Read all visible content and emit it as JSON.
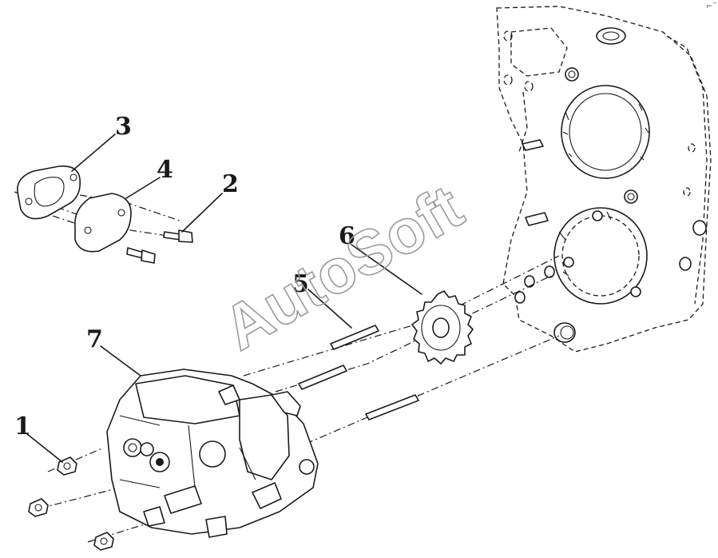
{
  "callouts": [
    {
      "id": "1",
      "label": "1"
    },
    {
      "id": "2",
      "label": "2"
    },
    {
      "id": "3",
      "label": "3"
    },
    {
      "id": "4",
      "label": "4"
    },
    {
      "id": "5",
      "label": "5"
    },
    {
      "id": "6",
      "label": "6"
    },
    {
      "id": "7",
      "label": "7"
    }
  ],
  "watermark": "AutoSoft",
  "corner_mark": "⌐ˉ"
}
